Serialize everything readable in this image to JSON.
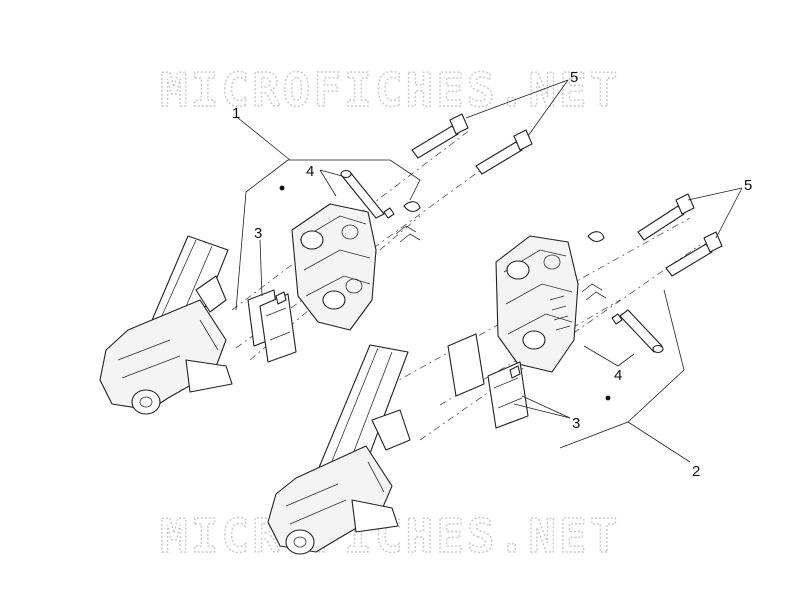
{
  "watermark": {
    "top_text": "MICROFICHES.NET",
    "bottom_text": "MICROFICHES.NET"
  },
  "callouts": {
    "c1": "1",
    "c2": "2",
    "c3_left": "3",
    "c3_right": "3",
    "c4_left": "4",
    "c4_right": "4",
    "c5_left": "5",
    "c5_right": "5"
  },
  "colors": {
    "line": "#222222",
    "watermark": "#c8c8c8",
    "background": "#ffffff"
  }
}
